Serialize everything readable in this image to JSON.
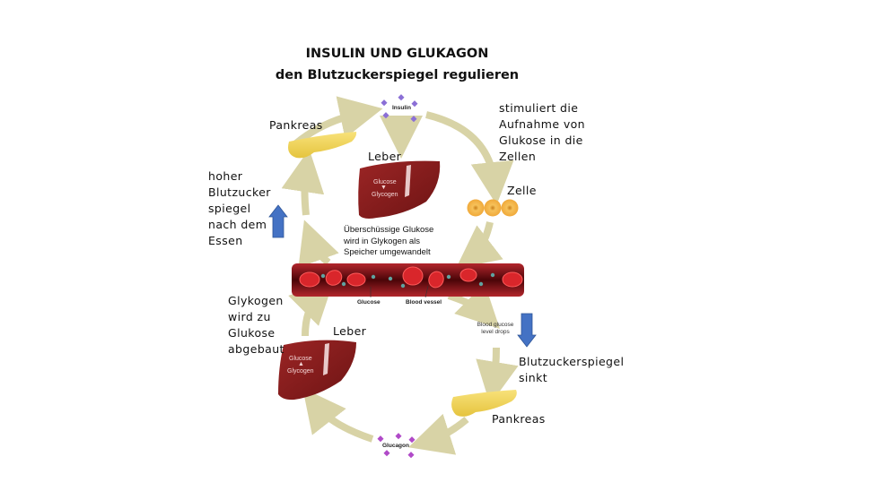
{
  "title": {
    "line1": "INSULIN UND GLUKAGON",
    "line2": "den Blutzuckerspiegel regulieren"
  },
  "labels": {
    "pancreas_top": "Pankreas",
    "insulin": "Insulin",
    "liver_top": "Leber",
    "stimulates": "stimuliert die\nAufnahme von\nGlukose in die\nZellen",
    "cell": "Zelle",
    "high_blood_sugar": "hoher\nBlutzucker\nspiegel\nnach dem\nEssen",
    "excess_glucose": "Überschüssige Glukose\nwird in Glykogen als\nSpeicher umgewandelt",
    "glucose_marker": "Glucose",
    "blood_vessel_marker": "Blood vessel",
    "glycogen_broken_down": "Glykogen\nwird zu\nGlukose\nabgebaut",
    "liver_bottom": "Leber",
    "blood_glucose_drops": "Blood glucose\nlevel drops",
    "blood_sugar_falls": "Blutzuckerspiegel\nsinkt",
    "pancreas_bottom": "Pankreas",
    "glucagon": "Glucagon"
  },
  "liver_top_inner": {
    "from": "Glucose",
    "to": "Glycogen"
  },
  "liver_bottom_inner": {
    "from": "Glycogen",
    "to": "Glucose"
  },
  "colors": {
    "cycle_arrow": "#d8d3a6",
    "liver": "#8c1c1c",
    "pancreas": "#f3d75a",
    "cell": "#f3b54a",
    "vessel": "#7a0d12",
    "blood_cell": "#d9262b",
    "glucose_dot": "#5fa3a0",
    "indicator_arrow": "#4472c4",
    "insulin_particle": "#8b6fd6",
    "glucagon_particle": "#b04ac8"
  }
}
